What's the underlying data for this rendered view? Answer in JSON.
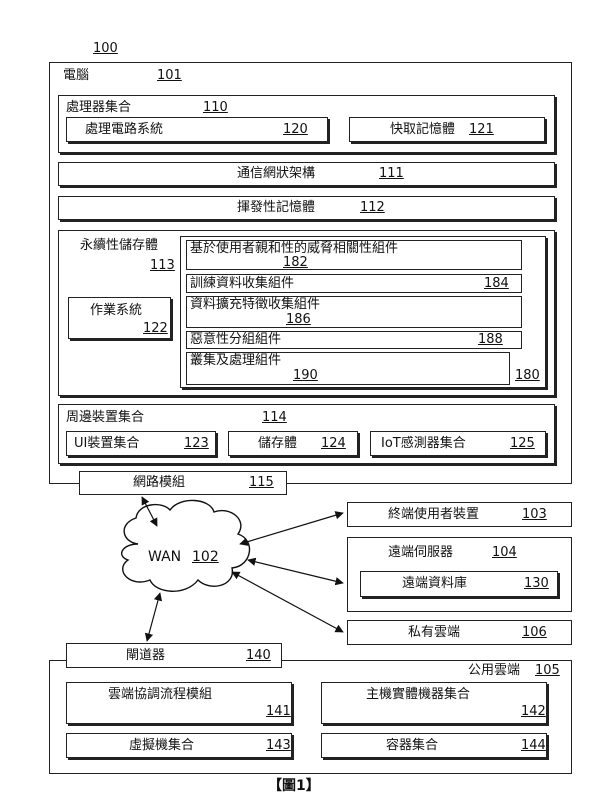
{
  "figure_ref": "100",
  "computer": {
    "label": "電腦",
    "ref": "101"
  },
  "processor_set": {
    "label": "處理器集合",
    "ref": "110"
  },
  "processing_circuitry": {
    "label": "處理電路系統",
    "ref": "120"
  },
  "cache": {
    "label": "快取記憶體",
    "ref": "121"
  },
  "communication_fabric": {
    "label": "通信網狀架構",
    "ref": "111"
  },
  "volatile_memory": {
    "label": "揮發性記憶體",
    "ref": "112"
  },
  "persistent_storage": {
    "label": "永續性儲存體",
    "ref": "113"
  },
  "operating_system": {
    "label": "作業系統",
    "ref": "122"
  },
  "threat_module": {
    "ref": "180"
  },
  "components": [
    {
      "label": "基於使用者親和性的威脅相關性組件",
      "ref": "182"
    },
    {
      "label": "訓練資料收集組件",
      "ref": "184"
    },
    {
      "label": "資料擴充特徵收集組件",
      "ref": "186"
    },
    {
      "label": "惡意性分組組件",
      "ref": "188"
    },
    {
      "label": "叢集及處理組件",
      "ref": "190"
    }
  ],
  "peripheral_set": {
    "label": "周邊裝置集合",
    "ref": "114"
  },
  "ui_device_set": {
    "label": "UI裝置集合",
    "ref": "123"
  },
  "storage": {
    "label": "儲存體",
    "ref": "124"
  },
  "iot_sensor_set": {
    "label": "IoT感測器集合",
    "ref": "125"
  },
  "network_module": {
    "label": "網路模組",
    "ref": "115"
  },
  "wan": {
    "label": "WAN",
    "ref": "102"
  },
  "end_user_device": {
    "label": "終端使用者裝置",
    "ref": "103"
  },
  "remote_server": {
    "label": "遠端伺服器",
    "ref": "104"
  },
  "remote_database": {
    "label": "遠端資料庫",
    "ref": "130"
  },
  "private_cloud": {
    "label": "私有雲端",
    "ref": "106"
  },
  "gateway": {
    "label": "閘道器",
    "ref": "140"
  },
  "public_cloud": {
    "label": "公用雲端",
    "ref": "105"
  },
  "cloud_orchestration": {
    "label": "雲端協調流程模組",
    "ref": "141"
  },
  "host_machine_set": {
    "label": "主機實體機器集合",
    "ref": "142"
  },
  "vm_set": {
    "label": "虛擬機集合",
    "ref": "143"
  },
  "container_set": {
    "label": "容器集合",
    "ref": "144"
  },
  "caption": "【圖1】"
}
